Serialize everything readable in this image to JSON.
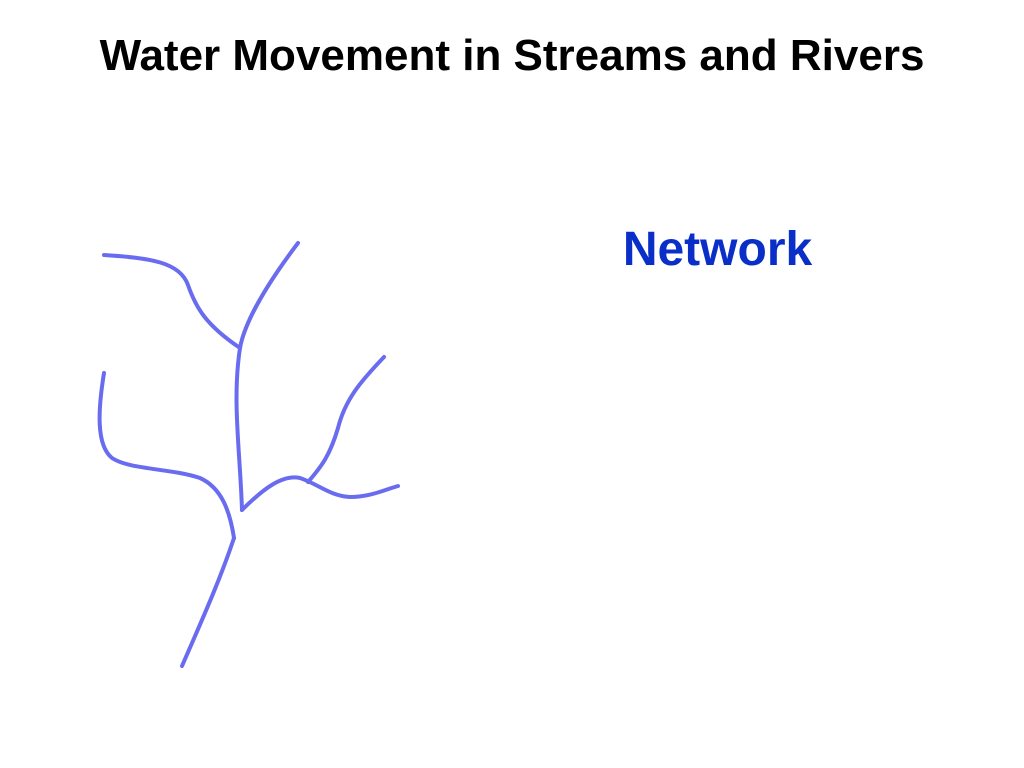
{
  "slide": {
    "title": "Water Movement in Streams and Rivers",
    "label": "Network"
  },
  "colors": {
    "background": "#ffffff",
    "title": "#000000",
    "label": "#0a2ec8",
    "stream": "#6a6cf0"
  },
  "diagram": {
    "segments": [
      "upper-left-tributary",
      "upper-right-tributary",
      "main-upper-trunk",
      "left-tributary",
      "right-lower-tributary",
      "right-fork-tributary",
      "main-lower-trunk"
    ]
  }
}
